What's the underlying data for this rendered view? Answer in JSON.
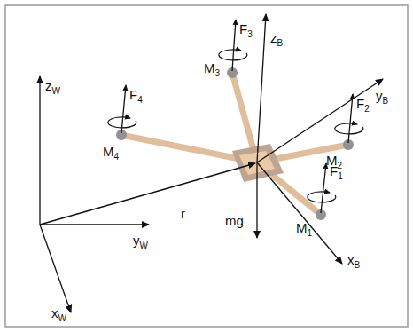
{
  "diagram": {
    "labels": [
      "F3",
      "M3",
      "zB",
      "F4",
      "M4",
      "F2",
      "M2",
      "zW",
      "yB",
      "r",
      "F1",
      "M1",
      "mg",
      "xB",
      "yW",
      "xW"
    ]
  }
}
